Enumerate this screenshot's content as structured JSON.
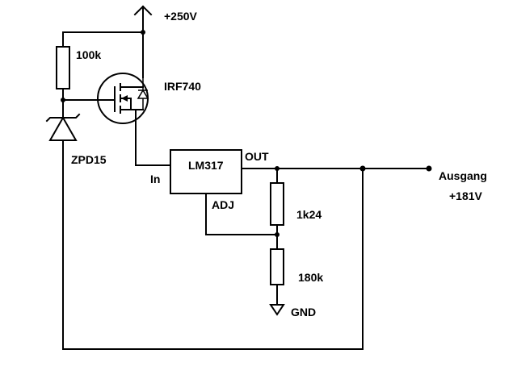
{
  "labels": {
    "supply": "+250V",
    "r_gate": "100k",
    "mosfet": "IRF740",
    "zener": "ZPD15",
    "regulator": "LM317",
    "pin_out": "OUT",
    "pin_in": "In",
    "pin_adj": "ADJ",
    "r_top": "1k24",
    "r_bottom": "180k",
    "gnd": "GND",
    "output_name": "Ausgang",
    "output_voltage": "+181V"
  }
}
